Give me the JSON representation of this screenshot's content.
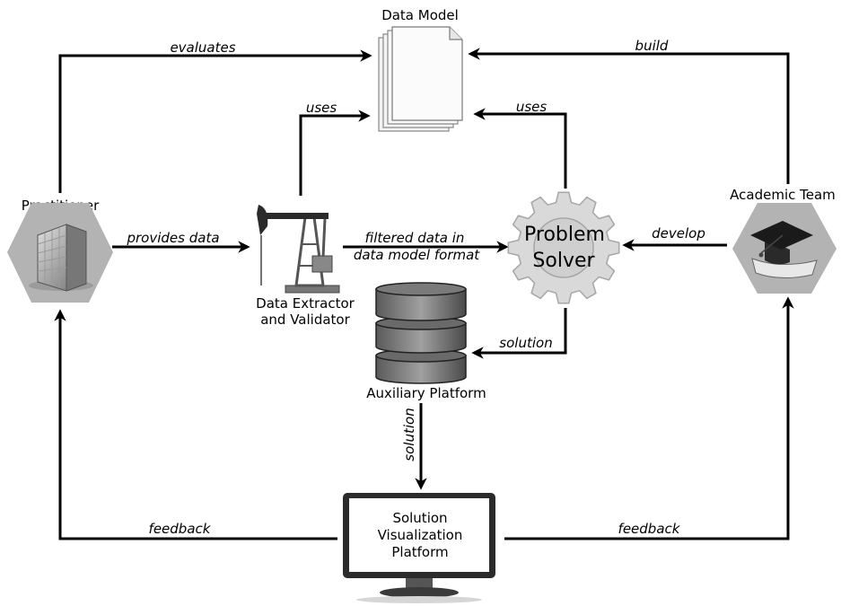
{
  "nodes": {
    "data_model": "Data Model",
    "practitioner": "Practitioner",
    "academic_team": "Academic Team",
    "extractor_line1": "Data Extractor",
    "extractor_line2": "and Validator",
    "solver_line1": "Problem",
    "solver_line2": "Solver",
    "auxiliary": "Auxiliary Platform",
    "viz_line1": "Solution",
    "viz_line2": "Visualization",
    "viz_line3": "Platform"
  },
  "edges": {
    "evaluates": "evaluates",
    "build": "build",
    "uses_left": "uses",
    "uses_right": "uses",
    "provides_data": "provides data",
    "filtered_line1": "filtered data in",
    "filtered_line2": "data model format",
    "develop": "develop",
    "solution_right": "solution",
    "solution_down": "solution",
    "feedback_left": "feedback",
    "feedback_right": "feedback"
  },
  "icons": [
    "document-stack-icon",
    "office-building-icon",
    "graduation-cap-icon",
    "pumpjack-icon",
    "gear-icon",
    "database-icon",
    "monitor-icon"
  ],
  "colors": {
    "hexagon": "#b3b3b3",
    "gear": "#d9d9d9",
    "database": "#8c8c8c",
    "line": "#000000"
  }
}
